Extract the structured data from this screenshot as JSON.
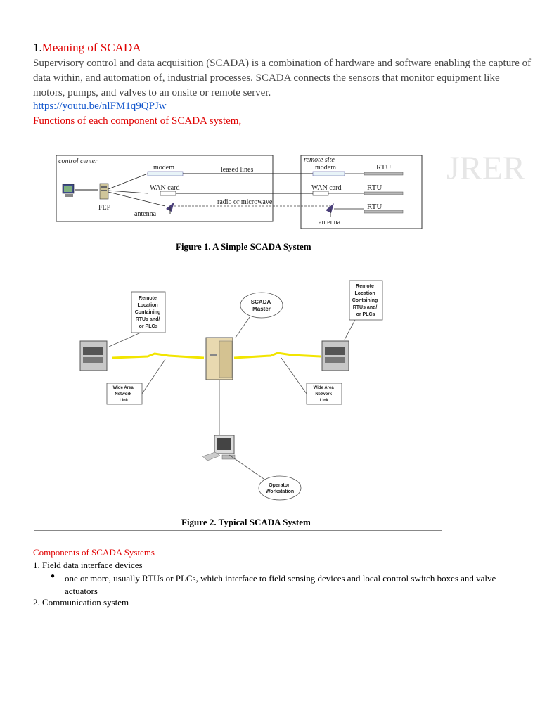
{
  "heading": {
    "number": "1.",
    "title": "Meaning  of SCADA"
  },
  "intro": "Supervisory control and data acquisition (SCADA) is a combination of hardware and software enabling the capture of data within, and automation of, industrial processes. SCADA connects the sensors that monitor equipment like motors, pumps, and valves to an onsite or remote server.",
  "link": "https://youtu.be/nlFM1q9QPJw",
  "functions_heading": "Functions of each component of SCADA system,",
  "figure1": {
    "caption": "Figure 1.  A Simple SCADA System",
    "control_center": "control center",
    "remote_site": "remote site",
    "modem": "modem",
    "wan_card": "WAN card",
    "antenna": "antenna",
    "fep": "FEP",
    "rtu": "RTU",
    "leased_lines": "leased lines",
    "radio": "radio or microwave",
    "watermark": "JRER"
  },
  "figure2": {
    "caption": "Figure 2.  Typical SCADA System",
    "remote_left": [
      "Remote",
      "Location",
      "Containing",
      "RTUs and/",
      "or PLCs"
    ],
    "remote_right": [
      "Remote",
      "Location",
      "Containing",
      "RTUs and/",
      "or PLCs"
    ],
    "master": [
      "SCADA",
      "Master"
    ],
    "wan_left": [
      "Wide Area",
      "Network",
      "Link"
    ],
    "wan_right": [
      "Wide Area",
      "Network",
      "Link"
    ],
    "operator": [
      "Operator",
      "Workstation"
    ]
  },
  "components": {
    "title": "Components of SCADA Systems",
    "item1": "1. Field data interface devices",
    "bullet_glyph": "●",
    "bullet": "one or more, usually RTUs or PLCs, which interface to field sensing devices and local control switch boxes and valve actuators",
    "item2": "2. Communication system"
  }
}
